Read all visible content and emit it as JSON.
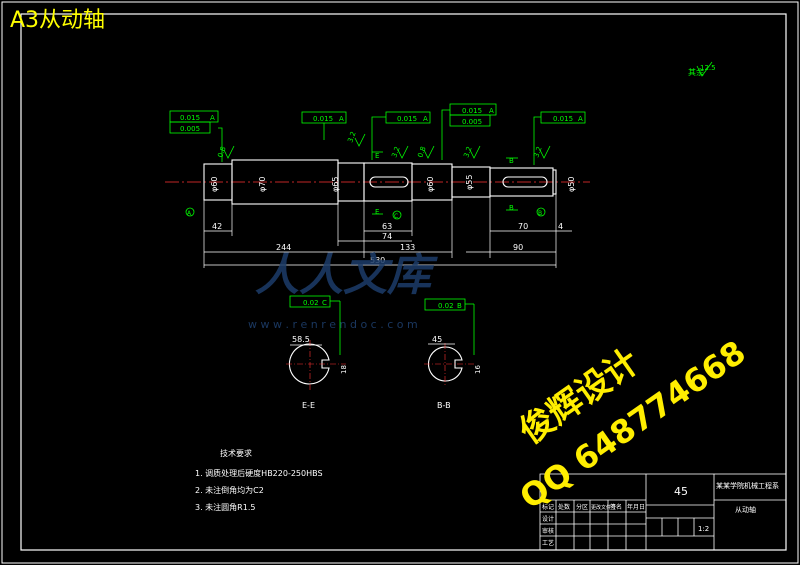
{
  "title": "A3从动轴",
  "surface_roughness_note": "其余",
  "surface_roughness_value": "12.5",
  "geometric_tolerances": {
    "left_runout": "0.015",
    "left_runout_datum": "A",
    "left_cyl": "0.005",
    "mid_runout": "0.015",
    "mid_runout_datum": "A",
    "mid_runout2": "0.015",
    "mid_runout2_datum": "A",
    "right_top_runout": "0.015",
    "right_top_runout_datum": "A",
    "right_top_cyl": "0.005",
    "right_runout": "0.015",
    "right_runout_datum": "A",
    "sec_e_sym": "0.02",
    "sec_e_sym_datum": "C",
    "sec_b_sym": "0.02",
    "sec_b_sym_datum": "B"
  },
  "diameters": {
    "d1": "φ60",
    "d2": "φ70",
    "d3": "φ65",
    "d4": "φ60",
    "d5": "φ55",
    "d6": "φ50"
  },
  "roughness_labels": {
    "r1": "0.8",
    "r2": "3.2",
    "r3": "3.2",
    "r4": "0.8",
    "r5": "3.2",
    "r6": "3.2"
  },
  "dimensions": {
    "d42": "42",
    "d63": "63",
    "d74": "74",
    "d133": "133",
    "d244": "244",
    "d530": "530",
    "d70": "70",
    "d90": "90",
    "d4": "4",
    "sec_e_width": "58.5",
    "sec_e_key": "18",
    "sec_b_width": "45",
    "sec_b_key": "16"
  },
  "section_marks": {
    "e_top": "E",
    "e_bottom": "E",
    "b_top": "B",
    "b_bottom": "B",
    "e_label": "E-E",
    "b_label": "B-B",
    "datum_a_left": "A",
    "datum_c": "C",
    "datum_b": "B"
  },
  "notes": {
    "heading": "技术要求",
    "items": [
      "1. 调质处理后硬度HB220-250HBS",
      "2. 未注倒角均为C2",
      "3. 未注圆角R1.5"
    ]
  },
  "title_block": {
    "material": "45",
    "school": "某某学院机械工程系",
    "part_name": "从动轴",
    "scale": "1:2",
    "rows": [
      "标记",
      "处数",
      "分区",
      "更改文件号",
      "签名",
      "年月日",
      "设计",
      "审核",
      "工艺"
    ]
  },
  "watermarks": {
    "site_logo": "人人文库",
    "site_url": "w w w . r e n r e n d o c . c o m",
    "studio": "俊辉设计",
    "qq": "QQ 648774668"
  },
  "colors": {
    "background": "#000000",
    "outline": "#ffffff",
    "dimension": "#00ff00",
    "centerline": "#ff3333",
    "title": "#ffff00",
    "watermark": "#ffee00"
  }
}
